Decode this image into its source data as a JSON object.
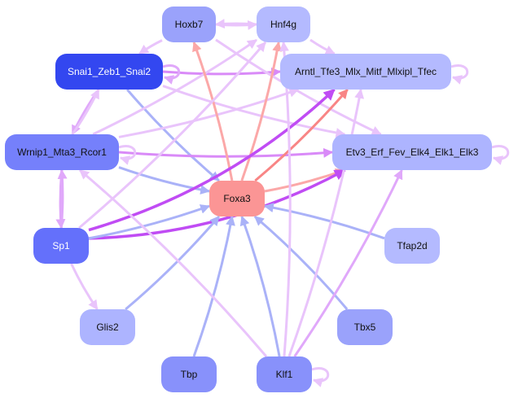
{
  "graph": {
    "nodes": [
      {
        "id": "Hoxb7",
        "label": "Hoxb7",
        "color": "#9aa2fb",
        "text": "dark"
      },
      {
        "id": "Hnf4g",
        "label": "Hnf4g",
        "color": "#b4baff",
        "text": "dark"
      },
      {
        "id": "Snai1",
        "label": "Snai1_Zeb1_Snai2",
        "color": "#3347f0",
        "text": "light"
      },
      {
        "id": "Arntl",
        "label": "Arntl_Tfe3_Mlx_Mitf_Mlxipl_Tfec",
        "color": "#b4baff",
        "text": "dark"
      },
      {
        "id": "Wrnip1",
        "label": "Wrnip1_Mta3_Rcor1",
        "color": "#7580fb",
        "text": "dark"
      },
      {
        "id": "Etv3",
        "label": "Etv3_Erf_Fev_Elk4_Elk1_Elk3",
        "color": "#adb4ff",
        "text": "dark"
      },
      {
        "id": "Foxa3",
        "label": "Foxa3",
        "color": "#fb9595",
        "text": "dark"
      },
      {
        "id": "Sp1",
        "label": "Sp1",
        "color": "#6470fb",
        "text": "light"
      },
      {
        "id": "Tfap2d",
        "label": "Tfap2d",
        "color": "#b4baff",
        "text": "dark"
      },
      {
        "id": "Glis2",
        "label": "Glis2",
        "color": "#adb4ff",
        "text": "dark"
      },
      {
        "id": "Tbx5",
        "label": "Tbx5",
        "color": "#9aa2fb",
        "text": "dark"
      },
      {
        "id": "Tbp",
        "label": "Tbp",
        "color": "#8891fb",
        "text": "dark"
      },
      {
        "id": "Klf1",
        "label": "Klf1",
        "color": "#8891fb",
        "text": "dark"
      }
    ],
    "edges": [
      {
        "from": "Hoxb7",
        "to": "Hnf4g",
        "color": "#e9c4fb"
      },
      {
        "from": "Hnf4g",
        "to": "Hoxb7",
        "color": "#e9c4fb"
      },
      {
        "from": "Hnf4g",
        "to": "Arntl",
        "color": "#e9c4fb"
      },
      {
        "from": "Hoxb7",
        "to": "Snai1",
        "color": "#e9c4fb"
      },
      {
        "from": "Snai1",
        "to": "Arntl",
        "color": "#d98af8"
      },
      {
        "from": "Snai1",
        "to": "Snai1",
        "color": "#e0a8fa"
      },
      {
        "from": "Arntl",
        "to": "Arntl",
        "color": "#e9c4fb"
      },
      {
        "from": "Snai1",
        "to": "Wrnip1",
        "color": "#e0a8fa"
      },
      {
        "from": "Wrnip1",
        "to": "Snai1",
        "color": "#e9c4fb"
      },
      {
        "from": "Snai1",
        "to": "Foxa3",
        "color": "#aab2f8"
      },
      {
        "from": "Wrnip1",
        "to": "Etv3",
        "color": "#d98af8"
      },
      {
        "from": "Wrnip1",
        "to": "Wrnip1",
        "color": "#e9c4fb"
      },
      {
        "from": "Etv3",
        "to": "Etv3",
        "color": "#e9c4fb"
      },
      {
        "from": "Wrnip1",
        "to": "Foxa3",
        "color": "#aab2f8"
      },
      {
        "from": "Wrnip1",
        "to": "Hnf4g",
        "color": "#e9c4fb"
      },
      {
        "from": "Wrnip1",
        "to": "Arntl",
        "color": "#e9c4fb"
      },
      {
        "from": "Hoxb7",
        "to": "Etv3",
        "color": "#e9c4fb"
      },
      {
        "from": "Snai1",
        "to": "Etv3",
        "color": "#e9c4fb"
      },
      {
        "from": "Foxa3",
        "to": "Hoxb7",
        "color": "#fba8a8"
      },
      {
        "from": "Foxa3",
        "to": "Hnf4g",
        "color": "#fba8a8"
      },
      {
        "from": "Foxa3",
        "to": "Arntl",
        "color": "#f88585"
      },
      {
        "from": "Foxa3",
        "to": "Etv3",
        "color": "#fba8a8"
      },
      {
        "from": "Sp1",
        "to": "Arntl",
        "color": "#c04cf4"
      },
      {
        "from": "Sp1",
        "to": "Etv3",
        "color": "#c04cf4"
      },
      {
        "from": "Sp1",
        "to": "Foxa3",
        "color": "#aab2f8"
      },
      {
        "from": "Sp1",
        "to": "Wrnip1",
        "color": "#e0a8fa"
      },
      {
        "from": "Wrnip1",
        "to": "Sp1",
        "color": "#e0a8fa"
      },
      {
        "from": "Sp1",
        "to": "Glis2",
        "color": "#e9c4fb"
      },
      {
        "from": "Sp1",
        "to": "Hnf4g",
        "color": "#e9c4fb"
      },
      {
        "from": "Tfap2d",
        "to": "Foxa3",
        "color": "#aab2f8"
      },
      {
        "from": "Glis2",
        "to": "Foxa3",
        "color": "#aab2f8"
      },
      {
        "from": "Tbx5",
        "to": "Foxa3",
        "color": "#aab2f8"
      },
      {
        "from": "Tbp",
        "to": "Foxa3",
        "color": "#aab2f8"
      },
      {
        "from": "Klf1",
        "to": "Foxa3",
        "color": "#aab2f8"
      },
      {
        "from": "Klf1",
        "to": "Wrnip1",
        "color": "#e9c4fb"
      },
      {
        "from": "Klf1",
        "to": "Etv3",
        "color": "#e0a8fa"
      },
      {
        "from": "Klf1",
        "to": "Hnf4g",
        "color": "#e9c4fb"
      },
      {
        "from": "Klf1",
        "to": "Arntl",
        "color": "#e9c4fb"
      },
      {
        "from": "Klf1",
        "to": "Klf1",
        "color": "#e9c4fb"
      }
    ]
  }
}
